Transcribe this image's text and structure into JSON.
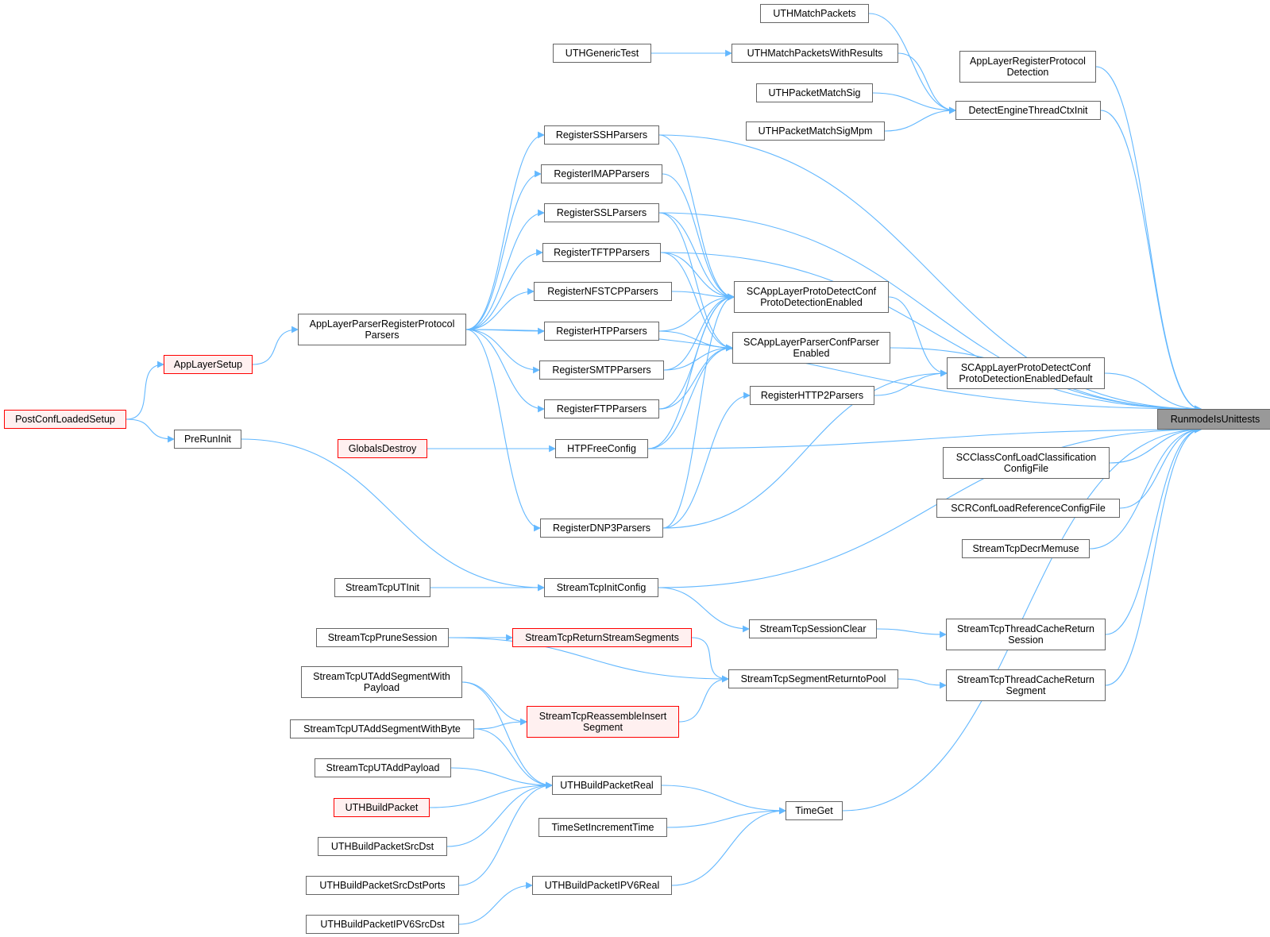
{
  "graph": {
    "root": "RunmodeIsUnittests",
    "edge_color": "#63b8ff",
    "nodes": [
      {
        "id": "root",
        "label": "RunmodeIsUnittests",
        "style": "root"
      },
      {
        "id": "uthmatch",
        "label": "UTHMatchPackets",
        "style": "normal"
      },
      {
        "id": "uthgeneric",
        "label": "UTHGenericTest",
        "style": "normal"
      },
      {
        "id": "uthmatchres",
        "label": "UTHMatchPacketsWithResults",
        "style": "normal"
      },
      {
        "id": "uthsig",
        "label": "UTHPacketMatchSig",
        "style": "normal"
      },
      {
        "id": "uthsigmpm",
        "label": "UTHPacketMatchSigMpm",
        "style": "normal"
      },
      {
        "id": "detectctx",
        "label": "DetectEngineThreadCtxInit",
        "style": "normal"
      },
      {
        "id": "alregdet",
        "label": "AppLayerRegisterProtocol\nDetection",
        "style": "normal"
      },
      {
        "id": "ssh",
        "label": "RegisterSSHParsers",
        "style": "normal"
      },
      {
        "id": "imap",
        "label": "RegisterIMAPParsers",
        "style": "normal"
      },
      {
        "id": "ssl",
        "label": "RegisterSSLParsers",
        "style": "normal"
      },
      {
        "id": "tftp",
        "label": "RegisterTFTPParsers",
        "style": "normal"
      },
      {
        "id": "nfs",
        "label": "RegisterNFSTCPParsers",
        "style": "normal"
      },
      {
        "id": "htp",
        "label": "RegisterHTPParsers",
        "style": "normal"
      },
      {
        "id": "smtp",
        "label": "RegisterSMTPParsers",
        "style": "normal"
      },
      {
        "id": "ftp",
        "label": "RegisterFTPParsers",
        "style": "normal"
      },
      {
        "id": "htpfree",
        "label": "HTPFreeConfig",
        "style": "normal"
      },
      {
        "id": "dnp3",
        "label": "RegisterDNP3Parsers",
        "style": "normal"
      },
      {
        "id": "scdetect",
        "label": "SCAppLayerProtoDetectConf\nProtoDetectionEnabled",
        "style": "normal"
      },
      {
        "id": "scparser",
        "label": "SCAppLayerParserConfParser\nEnabled",
        "style": "normal"
      },
      {
        "id": "http2",
        "label": "RegisterHTTP2Parsers",
        "style": "normal"
      },
      {
        "id": "scdetectdef",
        "label": "SCAppLayerProtoDetectConf\nProtoDetectionEnabledDefault",
        "style": "normal"
      },
      {
        "id": "alparser",
        "label": "AppLayerParserRegisterProtocol\nParsers",
        "style": "normal"
      },
      {
        "id": "alsetup",
        "label": "AppLayerSetup",
        "style": "red"
      },
      {
        "id": "postconf",
        "label": "PostConfLoadedSetup",
        "style": "red"
      },
      {
        "id": "prerun",
        "label": "PreRunInit",
        "style": "normal"
      },
      {
        "id": "globals",
        "label": "GlobalsDestroy",
        "style": "red"
      },
      {
        "id": "scclass",
        "label": "SCClassConfLoadClassification\nConfigFile",
        "style": "normal"
      },
      {
        "id": "scref",
        "label": "SCRConfLoadReferenceConfigFile",
        "style": "normal"
      },
      {
        "id": "decrmem",
        "label": "StreamTcpDecrMemuse",
        "style": "normal"
      },
      {
        "id": "utinit",
        "label": "StreamTcpUTInit",
        "style": "normal"
      },
      {
        "id": "initconf",
        "label": "StreamTcpInitConfig",
        "style": "normal"
      },
      {
        "id": "sessclear",
        "label": "StreamTcpSessionClear",
        "style": "normal"
      },
      {
        "id": "cachesess",
        "label": "StreamTcpThreadCacheReturn\nSession",
        "style": "normal"
      },
      {
        "id": "prune",
        "label": "StreamTcpPruneSession",
        "style": "normal"
      },
      {
        "id": "retsegs",
        "label": "StreamTcpReturnStreamSegments",
        "style": "red"
      },
      {
        "id": "segpool",
        "label": "StreamTcpSegmentReturntoPool",
        "style": "normal"
      },
      {
        "id": "cacheseg",
        "label": "StreamTcpThreadCacheReturn\nSegment",
        "style": "normal"
      },
      {
        "id": "addpayload",
        "label": "StreamTcpUTAddSegmentWith\nPayload",
        "style": "normal"
      },
      {
        "id": "reasm",
        "label": "StreamTcpReassembleInsert\nSegment",
        "style": "red"
      },
      {
        "id": "addbyte",
        "label": "StreamTcpUTAddSegmentWithByte",
        "style": "normal"
      },
      {
        "id": "utaddpay",
        "label": "StreamTcpUTAddPayload",
        "style": "normal"
      },
      {
        "id": "buildreal",
        "label": "UTHBuildPacketReal",
        "style": "normal"
      },
      {
        "id": "buildpkt",
        "label": "UTHBuildPacket",
        "style": "red"
      },
      {
        "id": "timeget",
        "label": "TimeGet",
        "style": "normal"
      },
      {
        "id": "timeset",
        "label": "TimeSetIncrementTime",
        "style": "normal"
      },
      {
        "id": "srcdst",
        "label": "UTHBuildPacketSrcDst",
        "style": "normal"
      },
      {
        "id": "srcdstports",
        "label": "UTHBuildPacketSrcDstPorts",
        "style": "normal"
      },
      {
        "id": "ipv6real",
        "label": "UTHBuildPacketIPV6Real",
        "style": "normal"
      },
      {
        "id": "ipv6srcdst",
        "label": "UTHBuildPacketIPV6SrcDst",
        "style": "normal"
      }
    ]
  }
}
